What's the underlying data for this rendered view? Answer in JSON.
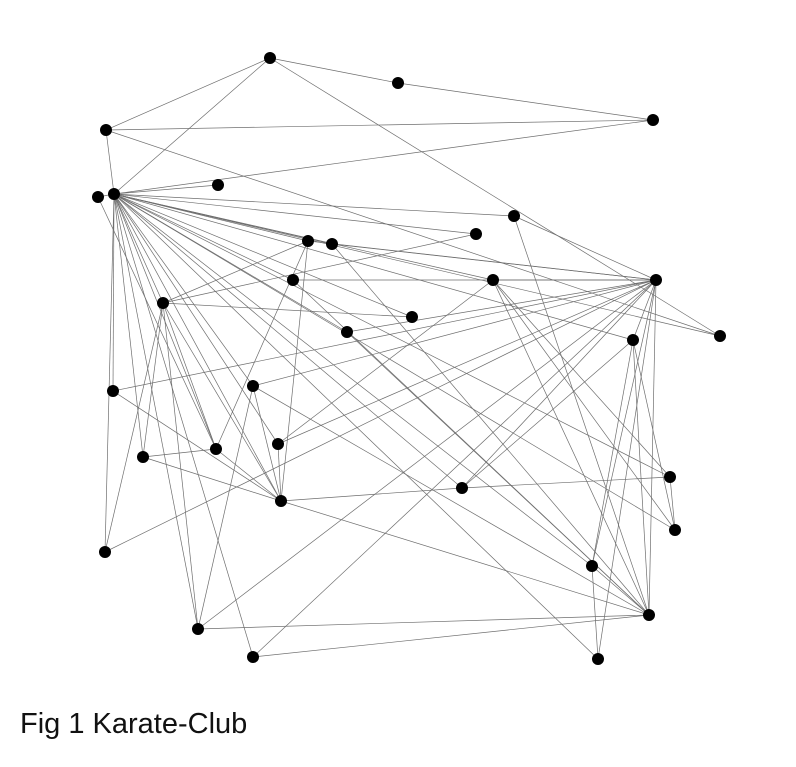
{
  "figure": {
    "caption": "Fig 1 Karate-Club"
  },
  "colors": {
    "node": "#000000",
    "edge": "#6e6e6e",
    "background": "#ffffff"
  },
  "graph": {
    "node_count": 34,
    "edges": [
      [
        0,
        1
      ],
      [
        0,
        2
      ],
      [
        0,
        3
      ],
      [
        0,
        5
      ],
      [
        0,
        6
      ],
      [
        0,
        7
      ],
      [
        0,
        8
      ],
      [
        0,
        9
      ],
      [
        0,
        10
      ],
      [
        0,
        11
      ],
      [
        0,
        12
      ],
      [
        0,
        13
      ],
      [
        0,
        14
      ],
      [
        0,
        15
      ],
      [
        0,
        16
      ],
      [
        0,
        17
      ],
      [
        0,
        18
      ],
      [
        0,
        19
      ],
      [
        0,
        20
      ],
      [
        0,
        21
      ],
      [
        0,
        22
      ],
      [
        0,
        23
      ],
      [
        0,
        24
      ],
      [
        0,
        25
      ],
      [
        0,
        26
      ],
      [
        0,
        27
      ],
      [
        0,
        28
      ],
      [
        0,
        29
      ],
      [
        0,
        30
      ],
      [
        0,
        31
      ],
      [
        1,
        2
      ],
      [
        1,
        3
      ],
      [
        1,
        7
      ],
      [
        1,
        13
      ],
      [
        1,
        17
      ],
      [
        1,
        19
      ],
      [
        1,
        21
      ],
      [
        1,
        30
      ],
      [
        2,
        3
      ],
      [
        2,
        7
      ],
      [
        2,
        8
      ],
      [
        2,
        9
      ],
      [
        2,
        13
      ],
      [
        2,
        27
      ],
      [
        2,
        28
      ],
      [
        2,
        32
      ],
      [
        3,
        7
      ],
      [
        3,
        12
      ],
      [
        3,
        13
      ],
      [
        4,
        6
      ],
      [
        4,
        10
      ],
      [
        5,
        6
      ],
      [
        5,
        10
      ],
      [
        5,
        16
      ],
      [
        6,
        16
      ],
      [
        8,
        30
      ],
      [
        8,
        32
      ],
      [
        8,
        33
      ],
      [
        9,
        33
      ],
      [
        13,
        33
      ],
      [
        14,
        32
      ],
      [
        14,
        33
      ],
      [
        15,
        32
      ],
      [
        15,
        33
      ],
      [
        18,
        32
      ],
      [
        18,
        33
      ],
      [
        19,
        33
      ],
      [
        20,
        32
      ],
      [
        20,
        33
      ],
      [
        22,
        32
      ],
      [
        22,
        33
      ],
      [
        23,
        25
      ],
      [
        23,
        27
      ],
      [
        23,
        29
      ],
      [
        23,
        32
      ],
      [
        23,
        33
      ],
      [
        24,
        25
      ],
      [
        24,
        27
      ],
      [
        24,
        31
      ],
      [
        25,
        31
      ],
      [
        26,
        29
      ],
      [
        26,
        33
      ],
      [
        27,
        33
      ],
      [
        28,
        31
      ],
      [
        28,
        33
      ],
      [
        29,
        32
      ],
      [
        29,
        33
      ],
      [
        30,
        32
      ],
      [
        30,
        33
      ],
      [
        31,
        32
      ],
      [
        31,
        33
      ],
      [
        32,
        33
      ]
    ]
  }
}
